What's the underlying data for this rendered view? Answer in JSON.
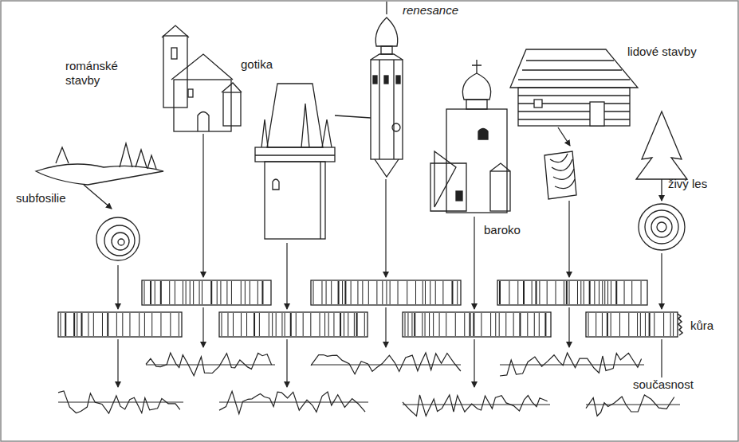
{
  "diagram": {
    "labels": [
      "románské stavby",
      "renesance",
      "gotika",
      "lidové stavby",
      "subfosilie",
      "živý les",
      "baroko",
      "kůra",
      "současnost"
    ]
  }
}
